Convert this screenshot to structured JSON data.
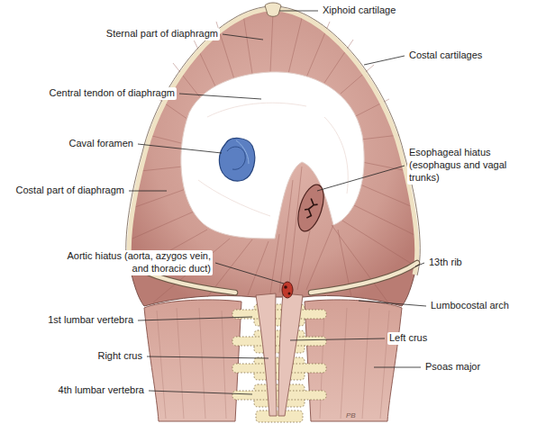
{
  "diagram": {
    "labels": [
      "Xiphoid cartilage",
      "Sternal part of diaphragm",
      "Costal cartilages",
      "Central tendon of diaphragm",
      "Caval foramen",
      "Esophageal hiatus (esophagus and vagal trunks)",
      "Costal part of diaphragm",
      "Aortic hiatus (aorta, azygos vein, and thoracic duct)",
      "13th rib",
      "Lumbocostal arch",
      "1st lumbar vertebra",
      "Left crus",
      "Right crus",
      "Psoas major",
      "4th lumbar vertebra",
      "PB"
    ]
  }
}
